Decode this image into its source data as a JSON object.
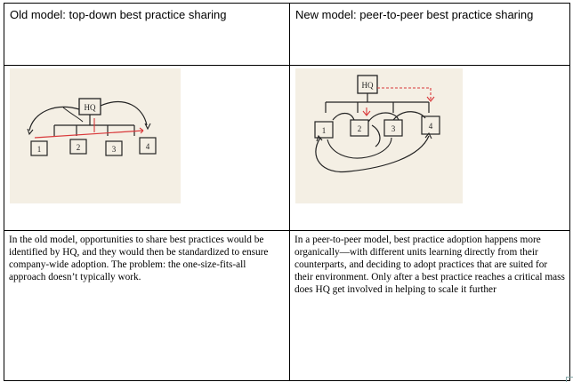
{
  "table": {
    "headers": [
      "Old model: top-down best practice sharing",
      "New model: peer-to-peer best practice sharing"
    ],
    "images": {
      "old": {
        "hub_label": "HQ",
        "units": [
          "1",
          "2",
          "3",
          "4"
        ]
      },
      "new": {
        "hub_label": "HQ",
        "units": [
          "1",
          "2",
          "3",
          "4"
        ]
      }
    },
    "descriptions": [
      "In the old model, opportunities to share best practices would be identified by HQ, and they would then be standardized to ensure company-wide adoption.  The problem: the one-size-fits-all approach doesn’t typically work.",
      "In a peer-to-peer model, best practice adoption happens more organically—with different units learning directly from their counterparts, and deciding to adopt practices that are suited for their environment.  Only after a best practice reaches a critical mass does HQ get involved in helping to scale it further"
    ]
  },
  "colors": {
    "paper": "#f4efe4",
    "ink": "#222222",
    "accent_red": "#d9383a"
  }
}
